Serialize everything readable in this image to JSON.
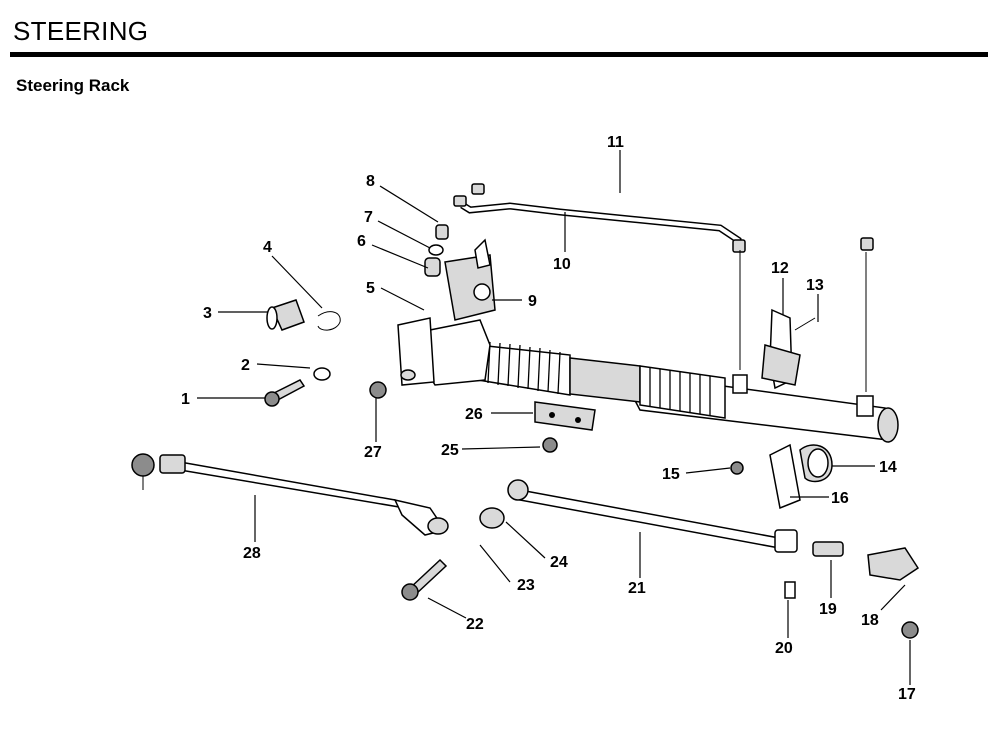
{
  "header": {
    "title": "STEERING"
  },
  "section": {
    "title": "Steering Rack"
  },
  "diagram": {
    "callouts": [
      "1",
      "2",
      "3",
      "4",
      "5",
      "6",
      "7",
      "8",
      "9",
      "10",
      "11",
      "12",
      "13",
      "14",
      "15",
      "16",
      "17",
      "18",
      "19",
      "20",
      "21",
      "22",
      "23",
      "24",
      "25",
      "26",
      "27",
      "28"
    ]
  }
}
